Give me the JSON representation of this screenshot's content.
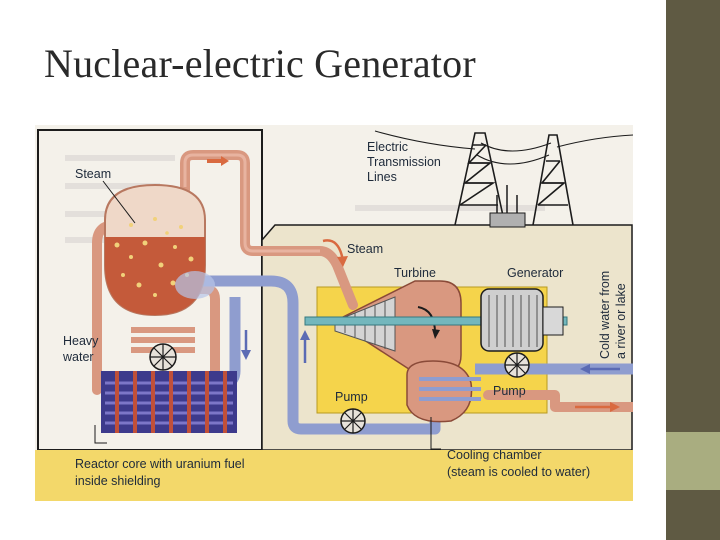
{
  "slide": {
    "title": "Nuclear-electric Generator",
    "colors": {
      "title_text": "#2a2a2a",
      "side_bar": "#5f5a43",
      "side_accent": "#a9ad80"
    }
  },
  "diagram": {
    "labels": {
      "steam_vessel": "Steam",
      "transmission": [
        "Electric",
        "Transmission",
        "Lines"
      ],
      "steam_turbine": "Steam",
      "turbine": "Turbine",
      "generator": "Generator",
      "cold_water": [
        "Cold water from",
        "a river or lake"
      ],
      "heavy_water": [
        "Heavy",
        "water"
      ],
      "pump_left": "Pump",
      "pump_right": "Pump",
      "reactor_core": [
        "Reactor core with uranium fuel",
        "inside shielding"
      ],
      "cooling_chamber": [
        "Cooling chamber",
        "(steam is cooled to water)"
      ]
    },
    "colors": {
      "yellow": "#f5d44b",
      "beige_wall": "#e8e0c8",
      "hot_pipe": "#d99880",
      "cool_pipe": "#8f9dcf",
      "reactor_blue": "#3d3a8c",
      "core_red": "#c0503a",
      "teal_axle": "#73b7bd",
      "label_text": "#1e2a3a"
    }
  }
}
